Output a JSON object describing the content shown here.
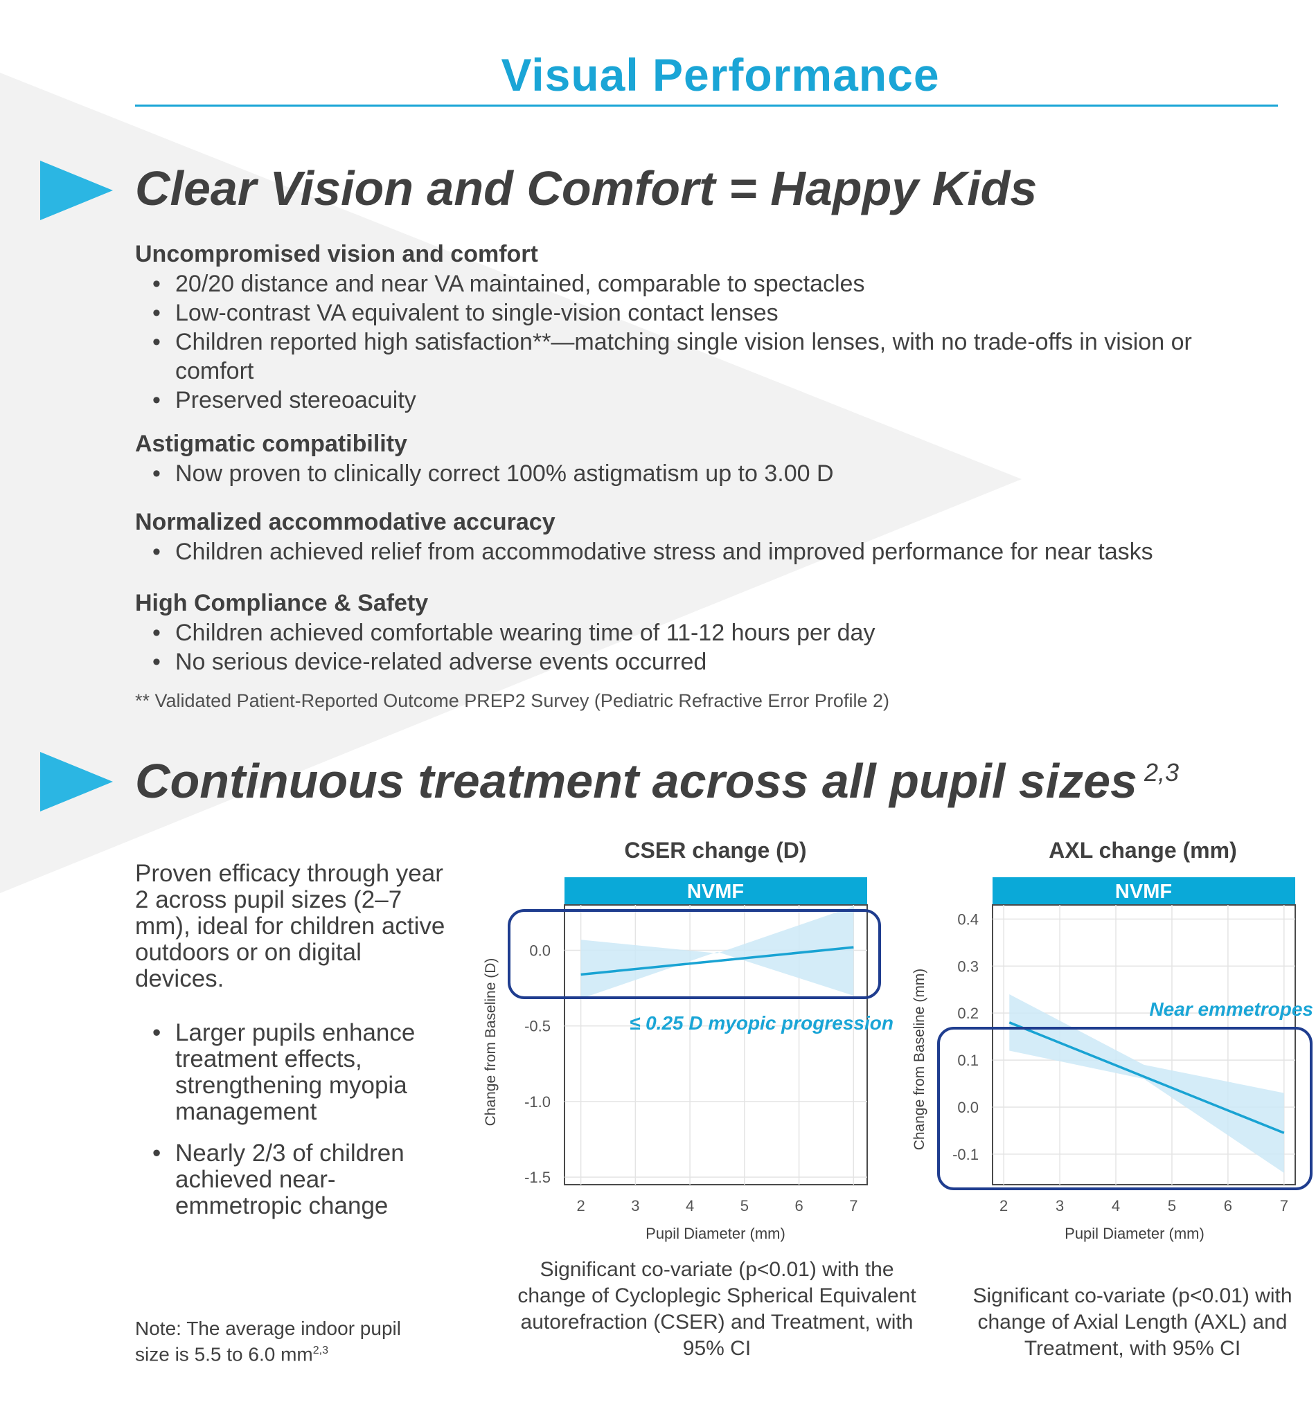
{
  "page": {
    "title": "Visual Performance"
  },
  "section1": {
    "heading": "Clear Vision and Comfort = Happy Kids",
    "groups": [
      {
        "title": "Uncompromised vision and comfort",
        "bullets": [
          "20/20 distance and near VA maintained, comparable to spectacles",
          "Low-contrast VA equivalent to single-vision contact lenses",
          "Children reported high satisfaction**—matching single vision lenses, with no trade-offs in vision or comfort",
          "Preserved stereoacuity"
        ]
      },
      {
        "title": "Astigmatic compatibility",
        "bullets": [
          "Now proven to clinically correct 100% astigmatism up to  3.00 D"
        ]
      },
      {
        "title": "Normalized accommodative accuracy",
        "bullets": [
          "Children achieved relief from accommodative stress and improved performance for near tasks"
        ]
      },
      {
        "title": "High Compliance & Safety",
        "bullets": [
          "Children achieved comfortable wearing time of 11-12 hours per day",
          "No serious device-related adverse events occurred"
        ]
      }
    ],
    "footnote": "** Validated Patient-Reported Outcome PREP2 Survey (Pediatric Refractive Error Profile 2)"
  },
  "section2": {
    "heading": "Continuous treatment across all pupil sizes",
    "heading_superscript": "2,3",
    "paragraph": "Proven efficacy through year 2 across pupil sizes (2–7 mm), ideal for children active outdoors or on digital devices.",
    "bullets": [
      "Larger pupils enhance treatment effects, strengthening myopia management",
      "Nearly 2/3 of children achieved near-emmetropic change"
    ],
    "note": "Note: The average indoor pupil size is 5.5 to 6.0 mm",
    "note_superscript": "2,3"
  },
  "colors": {
    "accent": "#1aa5d6",
    "arrow": "#2bb6e3",
    "panel_header": "#0aa9d8",
    "line": "#19a3d3",
    "ci_band": "#cde9f7",
    "highlight_box": "#1f3d8f",
    "background_triangle": "#f2f2f2",
    "text": "#404040"
  },
  "chart_data": [
    {
      "type": "line",
      "title": "CSER change (D)",
      "panel_label": "NVMF",
      "xlabel": "Pupil Diameter (mm)",
      "ylabel": "Change from Baseline (D)",
      "xlim": [
        1.7,
        7.25
      ],
      "ylim": [
        -1.55,
        0.3
      ],
      "xticks": [
        2,
        3,
        4,
        5,
        6,
        7
      ],
      "yticks": [
        0.0,
        -0.5,
        -1.0,
        -1.5
      ],
      "ytick_labels": [
        "0.0",
        "-0.5",
        "-1.0",
        "-1.5"
      ],
      "grid": true,
      "series": [
        {
          "x": [
            2,
            7
          ],
          "y": [
            -0.16,
            0.02
          ],
          "ci_lower": [
            -0.32,
            -0.01,
            -0.3
          ],
          "ci_upper": [
            0.07,
            -0.02,
            0.29
          ],
          "ci_x": [
            2,
            4.5,
            7
          ]
        }
      ],
      "annotation": "≤ 0.25 D myopic progression",
      "caption": "Significant co-variate (p<0.01) with the change of Cycloplegic Spherical Equivalent autorefraction (CSER) and Treatment, with 95% CI"
    },
    {
      "type": "line",
      "title": "AXL change (mm)",
      "panel_label": "NVMF",
      "xlabel": "Pupil Diameter (mm)",
      "ylabel": "Change from Baseline (mm)",
      "xlim": [
        1.8,
        7.2
      ],
      "ylim": [
        -0.165,
        0.43
      ],
      "xticks": [
        2,
        3,
        4,
        5,
        6,
        7
      ],
      "yticks": [
        0.4,
        0.3,
        0.2,
        0.1,
        0.0,
        -0.1
      ],
      "ytick_labels": [
        "0.4",
        "0.3",
        "0.2",
        "0.1",
        "0.0",
        "-0.1"
      ],
      "grid": true,
      "series": [
        {
          "x": [
            2.1,
            7
          ],
          "y": [
            0.18,
            -0.055
          ],
          "ci_lower": [
            0.12,
            0.06,
            -0.14
          ],
          "ci_upper": [
            0.24,
            0.09,
            0.03
          ],
          "ci_x": [
            2.1,
            4.5,
            7
          ]
        }
      ],
      "annotation": "Near emmetropes",
      "caption": "Significant co-variate (p<0.01) with change of Axial Length (AXL) and Treatment, with 95% CI"
    }
  ]
}
